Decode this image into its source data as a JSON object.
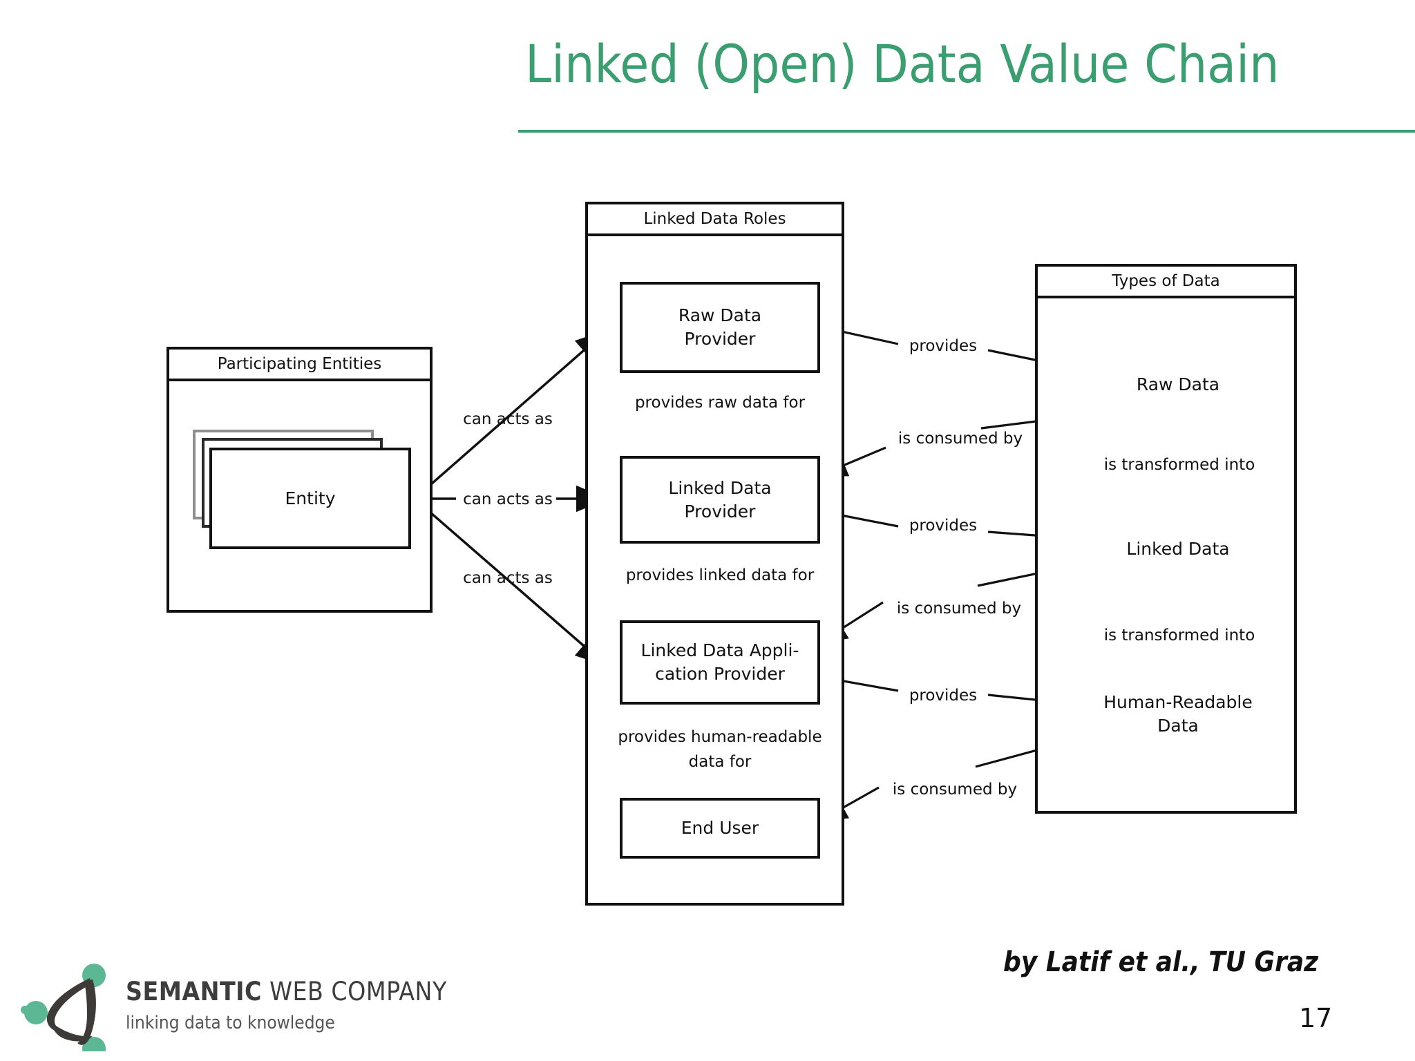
{
  "slide": {
    "title": "Linked (Open) Data Value Chain",
    "accent_color": "#3a9e70",
    "attribution": "by Latif et al., TU Graz",
    "page_number": "17"
  },
  "logo": {
    "name_bold": "SEMANTIC",
    "name_light": " WEB COMPANY",
    "tagline": "linking data to knowledge",
    "dot_color": "#5cb795",
    "mark_color": "#3d3a38"
  },
  "diagram": {
    "type": "uml-package-flow",
    "packages": [
      {
        "id": "participating-entities",
        "title": "Participating Entities"
      },
      {
        "id": "linked-data-roles",
        "title": "Linked Data Roles"
      },
      {
        "id": "types-of-data",
        "title": "Types of Data"
      }
    ],
    "nodes": {
      "entity": "Entity",
      "raw_data_provider": "Raw Data\nProvider",
      "raw_data_provider_l1": "Raw Data",
      "raw_data_provider_l2": "Provider",
      "linked_data_provider_l1": "Linked Data",
      "linked_data_provider_l2": "Provider",
      "linked_data_app_provider_l1": "Linked Data Appli-",
      "linked_data_app_provider_l2": "cation Provider",
      "end_user": "End User",
      "raw_data": "Raw Data",
      "linked_data": "Linked Data",
      "human_readable_data_l1": "Human-Readable",
      "human_readable_data_l2": "Data"
    },
    "edge_labels": {
      "can_acts_as_1": "can acts as",
      "can_acts_as_2": "can acts as",
      "can_acts_as_3": "can acts as",
      "provides_raw_data_for": "provides raw data for",
      "provides_linked_data_for": "provides linked data for",
      "provides_human_readable_data_for_l1": "provides human-readable",
      "provides_human_readable_data_for_l2": "data for",
      "provides_1": "provides",
      "provides_2": "provides",
      "provides_3": "provides",
      "is_consumed_by_1": "is consumed by",
      "is_consumed_by_2": "is consumed by",
      "is_consumed_by_3": "is consumed by",
      "is_transformed_into_1": "is transformed into",
      "is_transformed_into_2": "is transformed into"
    }
  }
}
